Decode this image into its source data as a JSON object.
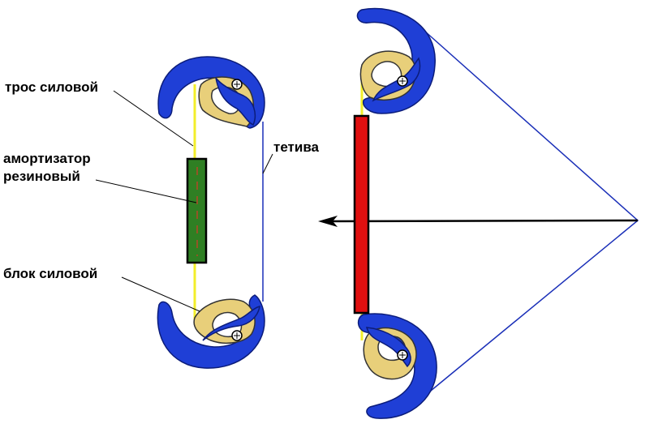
{
  "labels": {
    "power_cable": "трос силовой",
    "shock_absorber_line1": "амортизатор",
    "shock_absorber_line2": "резиновый",
    "power_block": "блок силовой",
    "bowstring": "тетива"
  },
  "colors": {
    "limb": "#1f3fd6",
    "cam": "#e8cf7a",
    "cable": "#f2ee2a",
    "absorber_rest": "#2f7f23",
    "absorber_drawn": "#e01010",
    "string": "#1a2fb8",
    "arrow": "#000000"
  }
}
